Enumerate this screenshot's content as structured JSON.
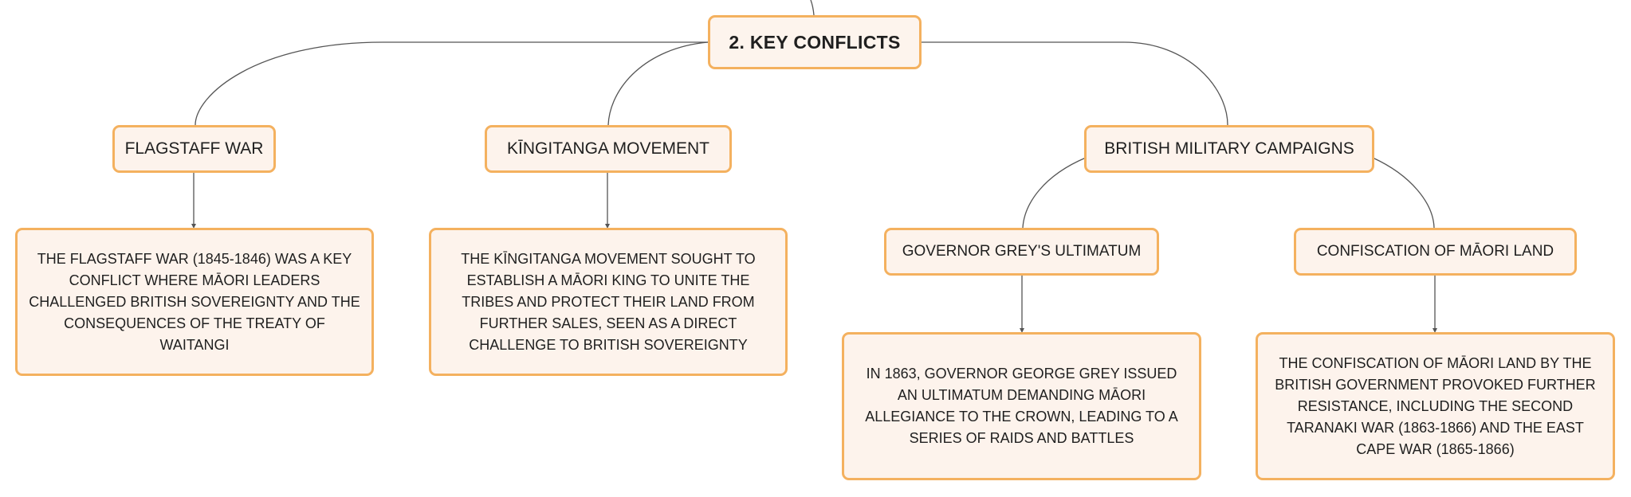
{
  "root": {
    "label": "2. KEY CONFLICTS"
  },
  "branches": {
    "flagstaff": {
      "label": "FLAGSTAFF WAR",
      "detail": "THE FLAGSTAFF WAR (1845-1846) WAS A KEY CONFLICT WHERE MĀORI LEADERS CHALLENGED BRITISH SOVEREIGNTY AND THE CONSEQUENCES OF THE TREATY OF WAITANGI"
    },
    "kingitanga": {
      "label": "KĪNGITANGA MOVEMENT",
      "detail": "THE KĪNGITANGA MOVEMENT SOUGHT TO ESTABLISH A MĀORI KING TO UNITE THE TRIBES AND PROTECT THEIR LAND FROM FURTHER SALES, SEEN AS A DIRECT CHALLENGE TO BRITISH SOVEREIGNTY"
    },
    "campaigns": {
      "label": "BRITISH MILITARY CAMPAIGNS",
      "ultimatum": {
        "label": "GOVERNOR GREY'S ULTIMATUM",
        "detail": "IN 1863, GOVERNOR GEORGE GREY ISSUED AN ULTIMATUM DEMANDING MĀORI ALLEGIANCE TO THE CROWN, LEADING TO A SERIES OF RAIDS AND BATTLES"
      },
      "confiscation": {
        "label": "CONFISCATION OF MĀORI LAND",
        "detail": "THE CONFISCATION OF MĀORI LAND BY THE BRITISH GOVERNMENT PROVOKED FURTHER RESISTANCE, INCLUDING THE SECOND TARANAKI WAR (1863-1866) AND THE EAST CAPE WAR (1865-1866)"
      }
    }
  }
}
